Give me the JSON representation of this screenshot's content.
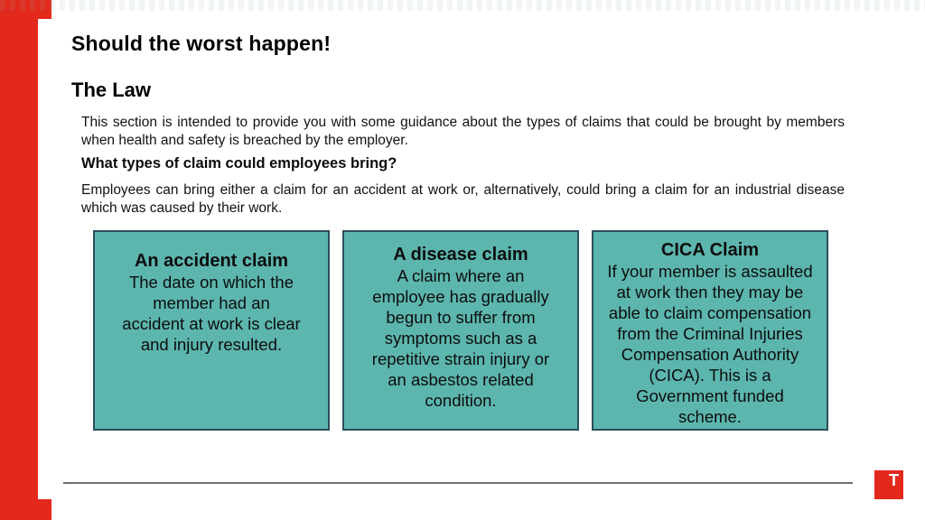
{
  "colors": {
    "accent_red": "#E3281C",
    "box_fill": "#5CB6AE",
    "box_border": "#2B4E5D",
    "divider": "#6E6E6E",
    "text": "#111111"
  },
  "slide": {
    "title": "Should the worst happen!",
    "subtitle": "The Law",
    "paragraphs": {
      "intro": "This section is intended to provide you with some guidance about the types of claims that could be brought by members when health and safety is breached by the employer.",
      "question": "What types of claim could employees bring?",
      "answer": "Employees can bring either a claim for an accident at work or, alternatively, could bring a claim for an industrial disease which was caused by their work."
    },
    "claim_boxes": [
      {
        "title": "An accident claim",
        "body": "The date on which the\nmember had an\naccident at work is clear\nand injury resulted."
      },
      {
        "title": "A disease claim",
        "body": "A claim where an\nemployee has gradually\nbegun to suffer from\nsymptoms such as a\nrepetitive strain injury or\nan asbestos related\ncondition."
      },
      {
        "title": "CICA Claim",
        "body": "If your member is assaulted\nat work then they may be\nable to claim compensation\nfrom the Criminal Injuries\nCompensation Authority\n(CICA). This is a\nGovernment funded\nscheme."
      }
    ],
    "footer_logo_letter": "T"
  }
}
